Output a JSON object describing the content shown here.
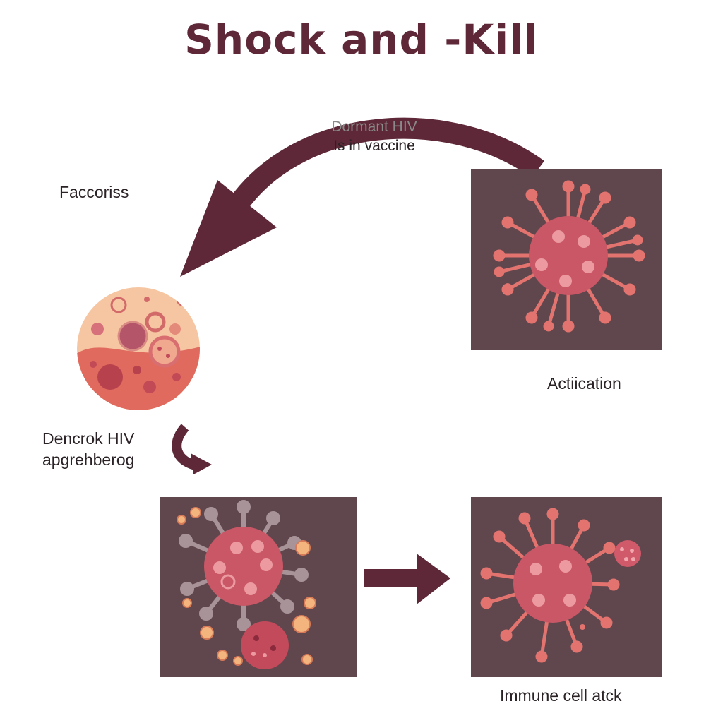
{
  "title": "Shock and -Kill",
  "cycle_arrow_label": {
    "line1": "Dormant HIV",
    "line2": "Is in vaccine"
  },
  "labels": {
    "faccoriss": "Faccoriss",
    "activation": "Actiication",
    "dormant_line1": "Dencrok HIV",
    "dormant_line2": "apgrehberog",
    "immune_attack": "Immune cell atck"
  },
  "colors": {
    "title": "#5e2838",
    "arrow": "#5e2838",
    "panel_bg": "#60474e",
    "virus_body": "#c95766",
    "virus_spike": "#e2736e",
    "virus_spot": "#ec9aa0"
  }
}
